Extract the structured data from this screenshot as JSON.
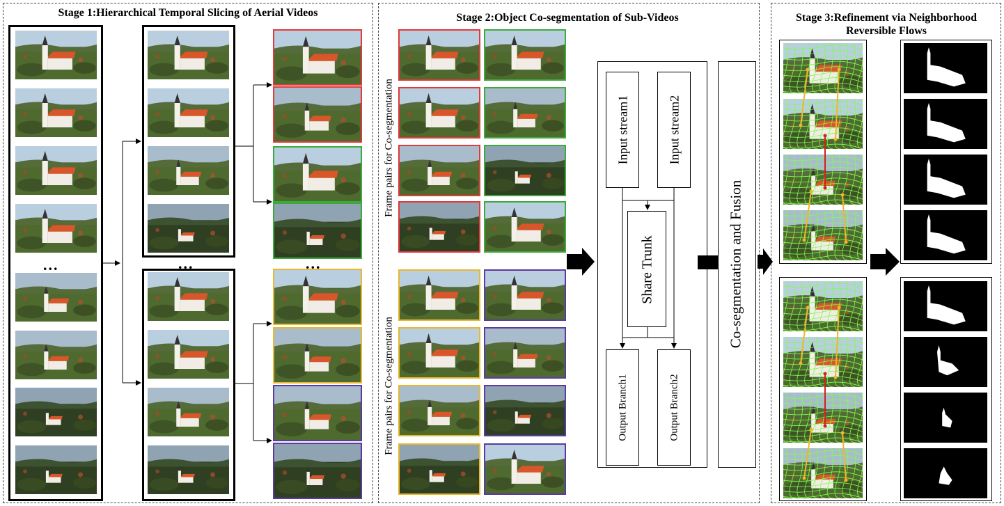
{
  "stages": {
    "stage1_title": "Stage 1:Hierarchical Temporal Slicing of Aerial Videos",
    "stage2_title": "Stage 2:Object Co-segmentation of Sub-Videos",
    "stage3_title_line1": "Stage 3:Refinement via Neighborhood",
    "stage3_title_line2": "Reversible Flows"
  },
  "stage1": {
    "ellipsis": "..."
  },
  "stage2": {
    "pairs_label_top": "Frame pairs for Co-segmentation",
    "pairs_label_bottom": "Frame pairs for Co-segmentation",
    "input_stream1": "Input stream1",
    "input_stream2": "Input stream2",
    "share_trunk": "Share Trunk",
    "output_branch1": "Output Branch1",
    "output_branch2": "Output Branch2",
    "cosegmentation_fusion": "Co-segmentation and Fusion"
  },
  "colors": {
    "red": "#e03a3a",
    "green": "#3daa3d",
    "yellow": "#e8b830",
    "purple": "#5a3ca0",
    "arrow": "#000000",
    "superpixel": "#7cff4a",
    "flow_arrow": "#f2b52a",
    "flow_arrow_red": "#d02020"
  },
  "icons": {
    "church_frame": "church-aerial-frame-thumbnail",
    "mask": "binary-mask-thumbnail"
  }
}
